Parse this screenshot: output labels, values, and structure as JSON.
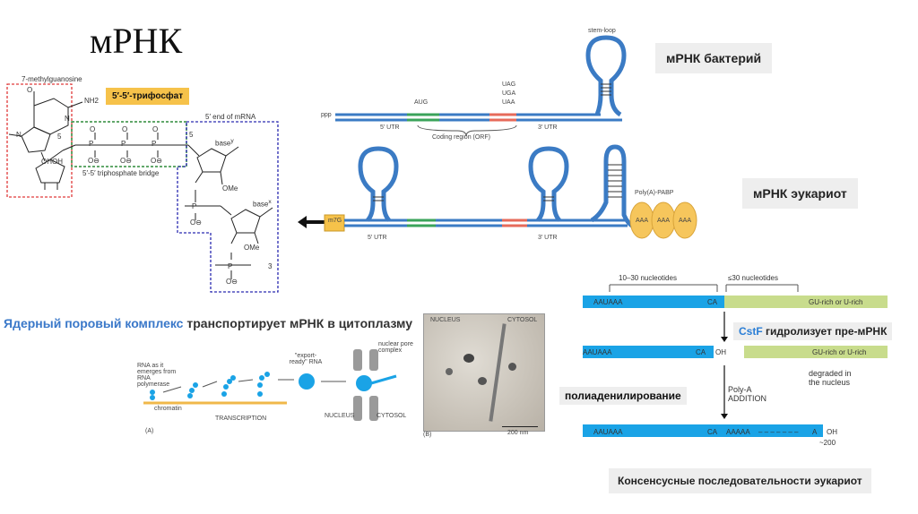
{
  "slide": {
    "title": "мРНК"
  },
  "cap": {
    "methylguanosine": "7-methylguanosine",
    "triphosphate_badge": "5′-5′-трифосфат",
    "five_end": "5′ end of mRNA",
    "bridge_label": "5′-5′ triphosphate bridge",
    "nh2": "NH2",
    "n_label": "N",
    "o_label": "O",
    "p_label": "P",
    "o_minus": "O⊖",
    "five": "5",
    "ohoh": "OHOH",
    "ome": "OMe",
    "base_y": "base",
    "base_y_sup": "y",
    "base_x": "base",
    "base_x_sup": "x",
    "three": "3"
  },
  "bacterial": {
    "label": "мРНК бактерий",
    "stem_loop": "stem-loop",
    "ppp": "ppp",
    "aug": "AUG",
    "stop_codons": [
      "UAG",
      "UGA",
      "UAA"
    ],
    "utr5": "5′ UTR",
    "coding": "Coding region (ORF)",
    "utr3": "3′ UTR"
  },
  "eukaryotic": {
    "label": "мРНК эукариот",
    "cap": "m7G",
    "polya": "Poly(A)-PABP",
    "aaa": [
      "AAA",
      "AAA",
      "AAA"
    ],
    "utr5": "5′ UTR",
    "utr3": "3′ UTR"
  },
  "nuclear": {
    "heading_blue": "Ядерный поровый комплекс",
    "heading_dark": "транспортирует мРНК в цитоплазму",
    "rna_emerges": "RNA as it emerges from RNA polymerase",
    "export_ready": "\"export-ready\" RNA",
    "nuclear_pore": "nuclear pore complex",
    "chromatin": "chromatin",
    "transcription": "TRANSCRIPTION",
    "nucleus": "NUCLEUS",
    "cytosol": "CYTOSOL",
    "panel_a": "(A)",
    "panel_b": "(B)",
    "em_nucleus": "NUCLEUS",
    "em_cytosol": "CYTOSOL",
    "scale": "200 nm"
  },
  "polyadenylation": {
    "span1": "10–30 nucleotides",
    "span2": "≤30 nucleotides",
    "aauaaa": "AAUAAA",
    "ca": "CA",
    "gu_rich": "GU-rich or U-rich",
    "cstf_blue": "CstF",
    "cstf_dark": "гидролизует пре-мРНК",
    "oh": "OH",
    "degraded": "degraded in the nucleus",
    "polyadenylation_label": "полиаденилирование",
    "polya_addition": "Poly-A ADDITION",
    "aaaaa": "AAAAA",
    "dashes": "– – – – – – –",
    "a_tail": "A",
    "oh_end": "OH",
    "approx200": "~200",
    "consensus": "Консенсусные последовательности эукариот"
  },
  "colors": {
    "rna_blue": "#1aa3e6",
    "green_region": "#c8dc8c",
    "cap_orange": "#f6c24a",
    "aaa_orange": "#f6c65c",
    "label_bg": "#eeeeee",
    "red_box": "#e03a3a",
    "green_box": "#2e8b3a",
    "blue_box": "#2a2ab0",
    "mrna_line": "#3b7bc4"
  }
}
